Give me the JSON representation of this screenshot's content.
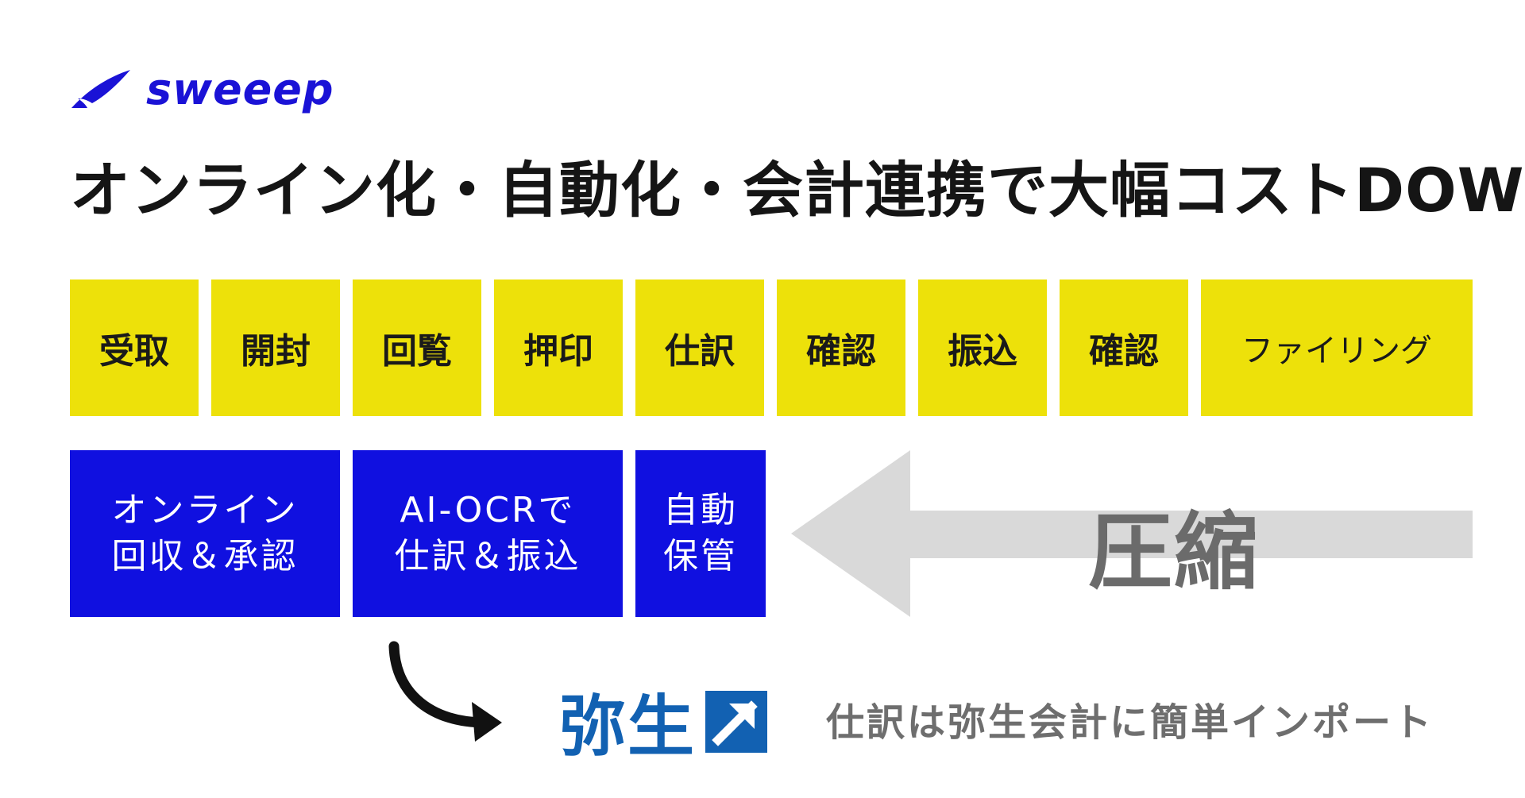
{
  "logo": {
    "text": "sweeep",
    "icon": "paper-plane-wing-icon",
    "color": "#1a12d6"
  },
  "title": "オンライン化・自動化・会計連携で大幅コストDOWN",
  "steps": [
    {
      "label": "受取"
    },
    {
      "label": "開封"
    },
    {
      "label": "回覧"
    },
    {
      "label": "押印"
    },
    {
      "label": "仕訳"
    },
    {
      "label": "確認"
    },
    {
      "label": "振込"
    },
    {
      "label": "確認"
    },
    {
      "label": "ファイリング"
    }
  ],
  "step_color": "#ede10a",
  "blue_boxes": [
    {
      "line1": "オンライン",
      "line2": "回収＆承認"
    },
    {
      "line1": "AI-OCRで",
      "line2": "仕訳＆振込"
    },
    {
      "line1": "自動",
      "line2": "保管"
    }
  ],
  "blue_color": "#1010e0",
  "compression": {
    "label": "圧縮",
    "arrow_color": "#d9d9d9",
    "icon": "left-arrow-icon"
  },
  "yayoi": {
    "text": "弥生",
    "icon": "arrow-up-right-box-icon",
    "color": "#1261b2"
  },
  "import_note": "仕訳は弥生会計に簡単インポート"
}
